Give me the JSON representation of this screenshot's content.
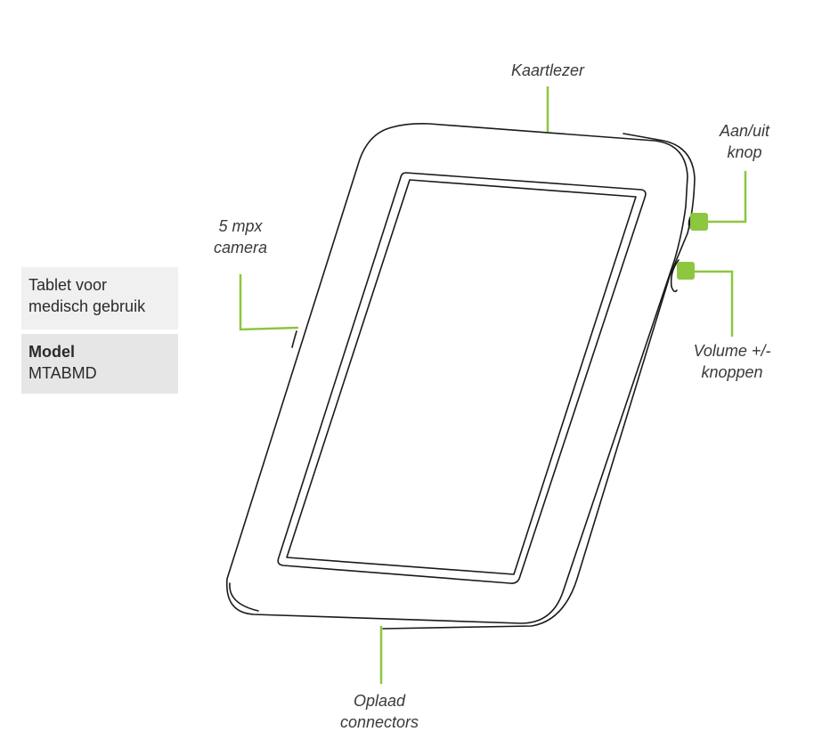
{
  "info": {
    "product_line1": "Tablet voor",
    "product_line2": "medisch gebruik",
    "model_label": "Model",
    "model_value": "MTABMD"
  },
  "callouts": {
    "card_reader": {
      "line1": "Kaartlezer"
    },
    "power_button": {
      "line1": "Aan/uit",
      "line2": "knop"
    },
    "camera": {
      "line1": "5 mpx",
      "line2": "camera"
    },
    "volume_buttons": {
      "line1": "Volume +/-",
      "line2": "knoppen"
    },
    "charge_connectors": {
      "line1": "Oplaad",
      "line2": "connectors"
    }
  },
  "colors": {
    "accent": "#8dc63f",
    "outline": "#1a1a1a"
  }
}
